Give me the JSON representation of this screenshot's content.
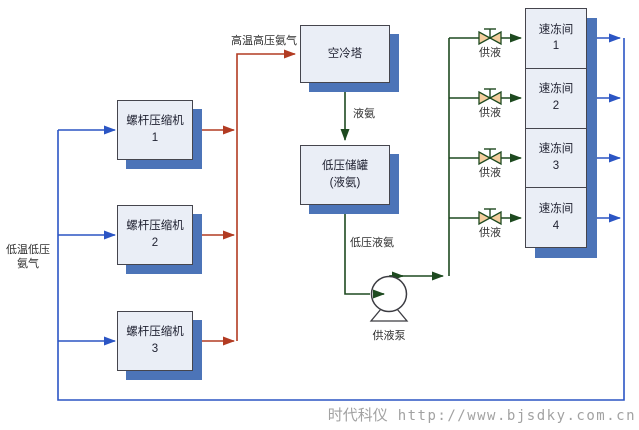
{
  "diagram": {
    "labels": {
      "hot_high_pressure_gas": "高温高压氨气",
      "liquid_ammonia": "液氨",
      "low_pressure_liquid_ammonia": "低压液氨",
      "cold_low_pressure_line1": "低温低压",
      "cold_low_pressure_line2": "氨气",
      "supply_pump": "供液泵",
      "supply": "供液"
    },
    "equipment": {
      "air_cooling_tower": "空冷塔",
      "low_pressure_tank_line1": "低压储罐",
      "low_pressure_tank_line2": "(液氨)",
      "compressors": [
        {
          "label": "螺杆压缩机",
          "number": "1"
        },
        {
          "label": "螺杆压缩机",
          "number": "2"
        },
        {
          "label": "螺杆压缩机",
          "number": "3"
        }
      ],
      "freezers": [
        {
          "label": "速冻间",
          "number": "1"
        },
        {
          "label": "速冻间",
          "number": "2"
        },
        {
          "label": "速冻间",
          "number": "3"
        },
        {
          "label": "速冻间",
          "number": "4"
        }
      ]
    },
    "colors": {
      "pipe_blue": "#2B55C4",
      "pipe_red": "#B23B22",
      "pipe_green": "#1E4A20",
      "box_fill": "#EAEEF6",
      "box_border": "#45454d",
      "box_shadow_blue": "#4C74B8",
      "valve_fill": "#F4CD9E",
      "watermark_gray": "#A2A2A2"
    },
    "watermark": {
      "brand": "时代科仪",
      "url": "http://www.bjsdky.com.cn"
    }
  }
}
